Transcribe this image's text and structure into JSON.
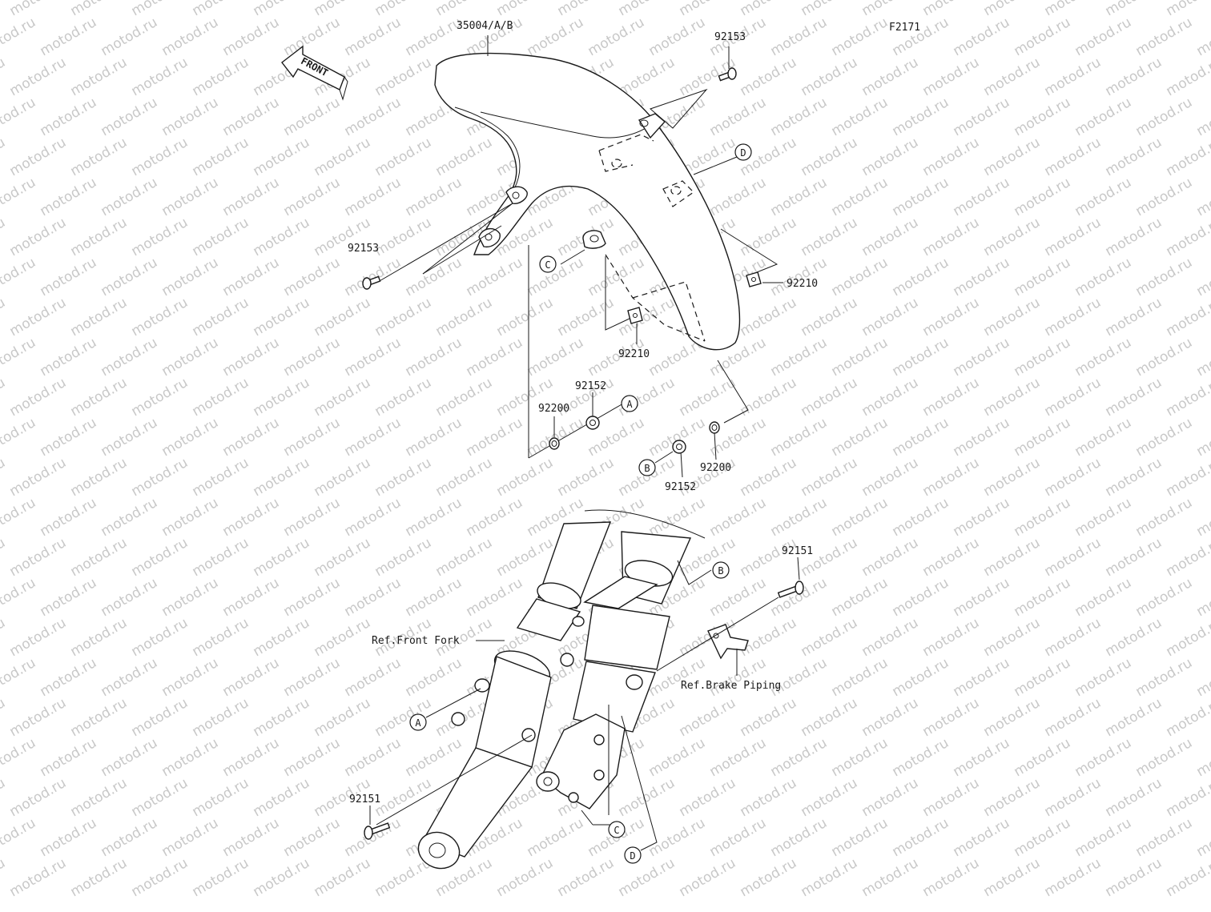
{
  "figure_code": "F2171",
  "watermark": "motod.ru",
  "callouts": {
    "fender": "35004/A/B",
    "bolt_top_right": "92153",
    "bolt_left": "92153",
    "nut_right": "92210",
    "nut_center": "92210",
    "collar_left": "92152",
    "washer_left": "92200",
    "collar_right": "92152",
    "washer_right": "92200",
    "bolt_right_lower": "92151",
    "bolt_left_lower": "92151"
  },
  "references": {
    "front_fork": "Ref.Front Fork",
    "brake_piping": "Ref.Brake Piping"
  },
  "front_arrow": "FRONT",
  "markers": {
    "A": "A",
    "B": "B",
    "C": "C",
    "D": "D"
  }
}
